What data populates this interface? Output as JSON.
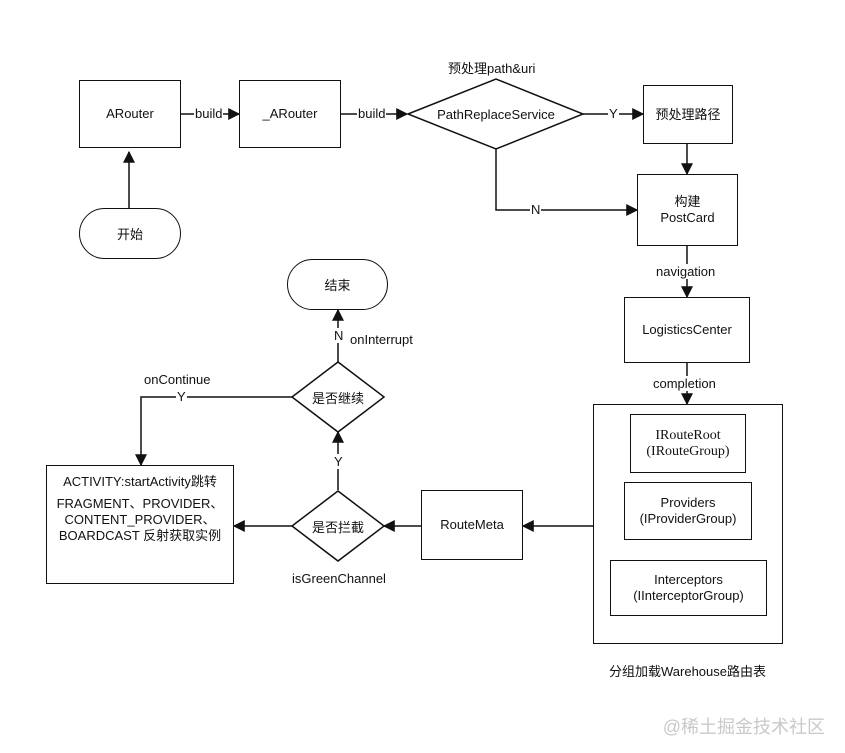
{
  "nodes": {
    "arouter": "ARouter",
    "arouter_impl": "_ARouter",
    "start": "开始",
    "path_replace": "PathReplaceService",
    "preprocess": "预处理路径",
    "postcard_l1": "构建",
    "postcard_l2": "PostCard",
    "logistics": "LogisticsCenter",
    "end": "结束",
    "continue_q": "是否继续",
    "green_q": "是否拦截",
    "route_meta": "RouteMeta",
    "activity_l1": "ACTIVITY:startActivity跳转",
    "activity_l2": "FRAGMENT、PROVIDER、CONTENT_PROVIDER、BOARDCAST 反射获取实例",
    "iroute_root_l1": "IRouteRoot",
    "iroute_root_l2": "(IRouteGroup)",
    "providers_l1": "Providers",
    "providers_l2": "(IProviderGroup)",
    "interceptors_l1": "Interceptors",
    "interceptors_l2": "(IInterceptorGroup)"
  },
  "edge_labels": {
    "build1": "build",
    "build2": "build",
    "preprocess_title": "预处理path&uri",
    "yes1": "Y",
    "no1": "N",
    "navigation": "navigation",
    "completion": "completion",
    "no2": "N",
    "on_interrupt": "onInterrupt",
    "on_continue": "onContinue",
    "yes2": "Y",
    "yes3": "Y",
    "is_green_channel": "isGreenChannel"
  },
  "group_caption": "分组加载Warehouse路由表",
  "watermark": "@稀土掘金技术社区"
}
